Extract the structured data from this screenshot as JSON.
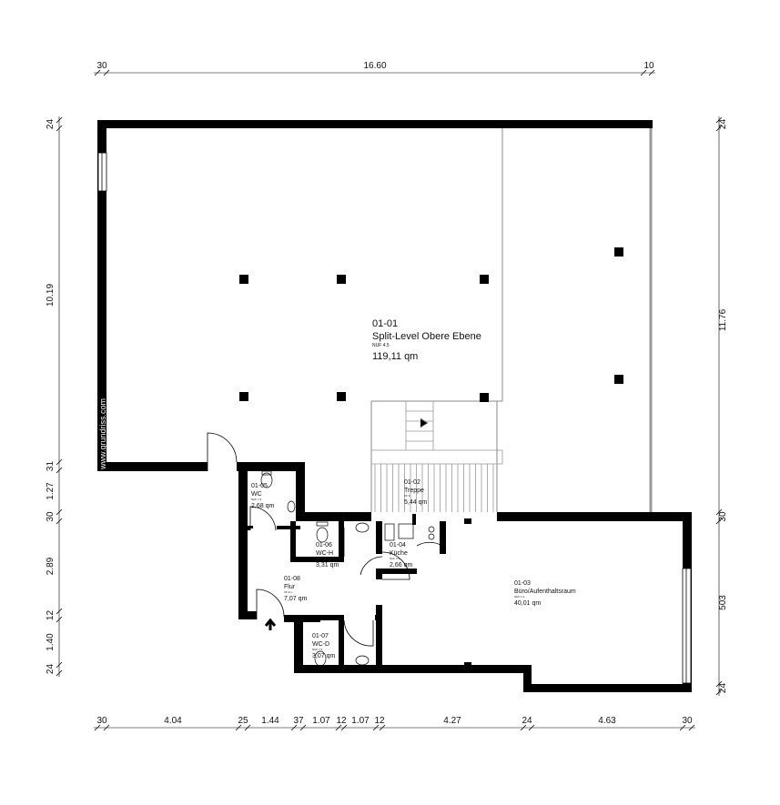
{
  "dimensions": {
    "top": [
      "30",
      "16.60",
      "10"
    ],
    "left": [
      "24",
      "10.19",
      "31",
      "1.27",
      "30",
      "2.89",
      "12",
      "1.40",
      "24"
    ],
    "right": [
      "24",
      "11.76",
      "30",
      "503",
      "24"
    ],
    "bottom": [
      "30",
      "4.04",
      "25",
      "1.44",
      "37",
      "1.07",
      "12",
      "1.07",
      "12",
      "4.27",
      "24",
      "4.63",
      "30"
    ]
  },
  "rooms": [
    {
      "id": "01-01",
      "name": "Split-Level Obere Ebene",
      "nuf": "NUF 4.5",
      "area": "119,11 qm"
    },
    {
      "id": "01-02",
      "name": "Treppe",
      "nuf": "VF 9",
      "area": "5,44 qm"
    },
    {
      "id": "01-03",
      "name": "Büro/Aufenthaltsraum",
      "nuf": "NUF 1.2",
      "area": "40,01 qm"
    },
    {
      "id": "01-04",
      "name": "Küche",
      "nuf": "NUF 3.9",
      "area": "2,66 qm"
    },
    {
      "id": "01-05",
      "name": "WC",
      "nuf": "NUF 7.3",
      "area": "2,68 qm"
    },
    {
      "id": "01-06",
      "name": "WC-H",
      "nuf": "NUF 7.3",
      "area": "3,31 qm"
    },
    {
      "id": "01-07",
      "name": "WC-D",
      "nuf": "NUF 7.3",
      "area": "3,07 qm"
    },
    {
      "id": "01-08",
      "name": "Flur",
      "nuf": "VF 9.1",
      "area": "7,07 qm"
    }
  ],
  "watermark": "www.grundriss.com",
  "colors": {
    "wall": "#000000",
    "line": "#888888"
  }
}
